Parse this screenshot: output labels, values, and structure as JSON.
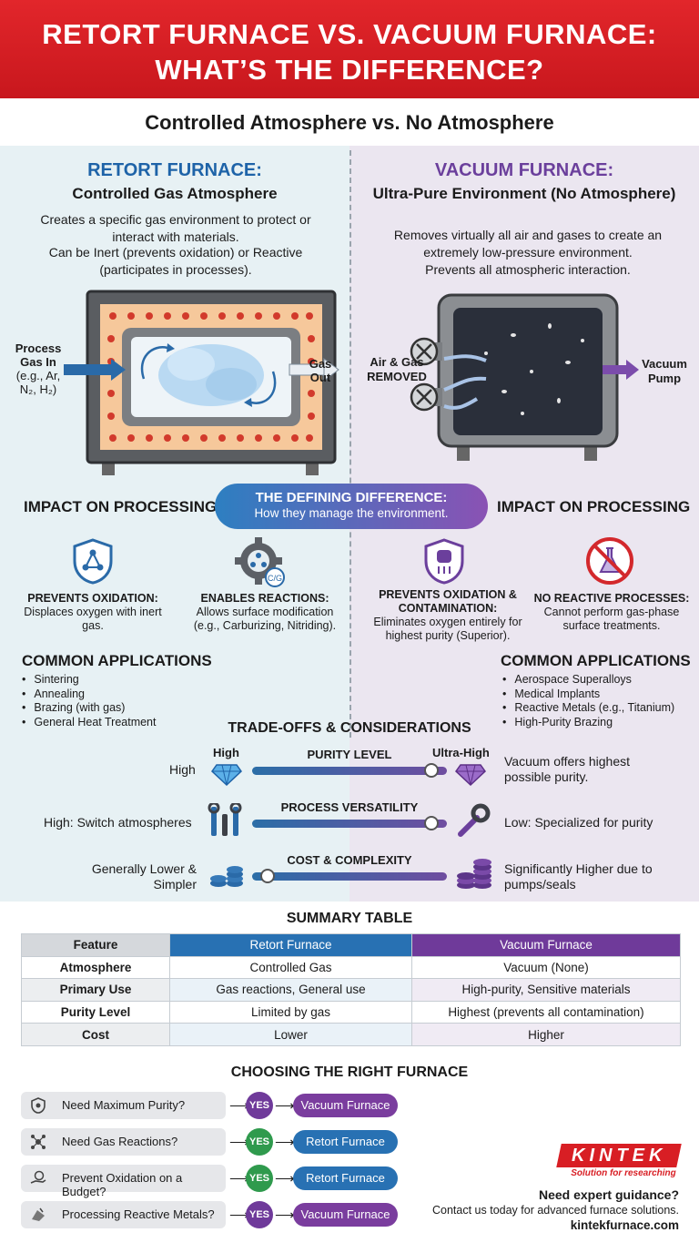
{
  "header": {
    "title_line1": "RETORT FURNACE VS. VACUUM FURNACE:",
    "title_line2": "WHAT’S THE DIFFERENCE?",
    "subtitle": "Controlled Atmosphere vs. No Atmosphere"
  },
  "retort": {
    "heading": "RETORT FURNACE:",
    "subheading": "Controlled Gas Atmosphere",
    "desc1": "Creates a specific gas environment to protect or interact with materials.",
    "desc2": "Can be Inert (prevents oxidation) or Reactive (participates in processes).",
    "gas_in_label": [
      "Process",
      "Gas In",
      "(e.g., Ar,",
      "N₂, H₂)"
    ],
    "gas_out_label": [
      "Gas",
      "Out"
    ],
    "impact_heading": "IMPACT ON PROCESSING",
    "impacts": [
      {
        "title": "PREVENTS OXIDATION:",
        "text": "Displaces oxygen with inert gas.",
        "icon": "shield-molecule-icon"
      },
      {
        "title": "ENABLES REACTIONS:",
        "text": "Allows surface modification (e.g., Carburizing, Nitriding).",
        "icon": "gear-chemistry-icon",
        "icon_text": "C/G"
      }
    ],
    "apps_heading": "COMMON APPLICATIONS",
    "apps": [
      "Sintering",
      "Annealing",
      "Brazing (with gas)",
      "General Heat Treatment"
    ]
  },
  "vacuum": {
    "heading": "VACUUM FURNACE:",
    "subheading": "Ultra-Pure Environment (No Atmosphere)",
    "desc1": "Removes virtually all air and gases to create an extremely low-pressure environment.",
    "desc2": "Prevents all atmospheric interaction.",
    "removed_label": [
      "Air & Gas",
      "REMOVED"
    ],
    "pump_label": [
      "Vacuum",
      "Pump"
    ],
    "impact_heading": "IMPACT ON PROCESSING",
    "impacts": [
      {
        "title": "PREVENTS OXIDATION & CONTAMINATION:",
        "text": "Eliminates oxygen entirely for highest purity (Superior).",
        "icon": "shield-heater-icon"
      },
      {
        "title": "NO REACTIVE PROCESSES:",
        "text": "Cannot perform gas-phase surface treatments.",
        "icon": "no-flask-icon"
      }
    ],
    "apps_heading": "COMMON APPLICATIONS",
    "apps": [
      "Aerospace Superalloys",
      "Medical Implants",
      "Reactive Metals (e.g., Titanium)",
      "High-Purity Brazing"
    ]
  },
  "defining": {
    "title": "THE DEFINING DIFFERENCE:",
    "text": "How they manage the environment."
  },
  "tradeoffs": {
    "heading": "TRADE-OFFS & CONSIDERATIONS",
    "rows": [
      {
        "label": "PURITY LEVEL",
        "left": "High",
        "right": "Vacuum offers highest possible purity.",
        "left_tag": "High",
        "right_tag": "Ultra-High",
        "left_icon": "diamond-icon",
        "right_icon": "diamond-icon",
        "level": 0.92
      },
      {
        "label": "PROCESS VERSATILITY",
        "left": "High: Switch atmospheres",
        "right": "Low: Specialized for purity",
        "left_icon": "tools-icon",
        "right_icon": "wrench-icon",
        "level": 0.92
      },
      {
        "label": "COST & COMPLEXITY",
        "left": "Generally Lower & Simpler",
        "right": "Significantly Higher due to pumps/seals",
        "left_icon": "coins-icon",
        "right_icon": "coins-stack-icon",
        "level": 0.08
      }
    ]
  },
  "summary": {
    "heading": "SUMMARY TABLE",
    "columns": [
      "Feature",
      "Retort Furnace",
      "Vacuum Furnace"
    ],
    "rows": [
      [
        "Atmosphere",
        "Controlled Gas",
        "Vacuum (None)"
      ],
      [
        "Primary Use",
        "Gas reactions, General use",
        "High-purity, Sensitive materials"
      ],
      [
        "Purity Level",
        "Limited by gas",
        "Highest (prevents all contamination)"
      ],
      [
        "Cost",
        "Lower",
        "Higher"
      ]
    ]
  },
  "choosing": {
    "heading": "CHOOSING THE RIGHT FURNACE",
    "items": [
      {
        "question": "Need Maximum Purity?",
        "answer": "YES",
        "result": "Vacuum Furnace",
        "icon": "shield-icon"
      },
      {
        "question": "Need Gas Reactions?",
        "answer": "YES",
        "result": "Retort Furnace",
        "icon": "molecule-icon"
      },
      {
        "question": "Prevent Oxidation on a Budget?",
        "answer": "YES",
        "result": "Retort Furnace",
        "icon": "money-hand-icon"
      },
      {
        "question": "Processing Reactive Metals?",
        "answer": "YES",
        "result": "Vacuum Furnace",
        "icon": "metal-icon"
      }
    ]
  },
  "brand": {
    "logo": "KINTEK",
    "tagline": "Solution for researching",
    "cta_title": "Need expert guidance?",
    "cta_text": "Contact us today for advanced furnace solutions.",
    "url": "kintekfurnace.com"
  },
  "colors": {
    "red": "#d81e24",
    "blue": "#1e63a8",
    "purple": "#6b3f9c",
    "green": "#2f9a4d"
  }
}
